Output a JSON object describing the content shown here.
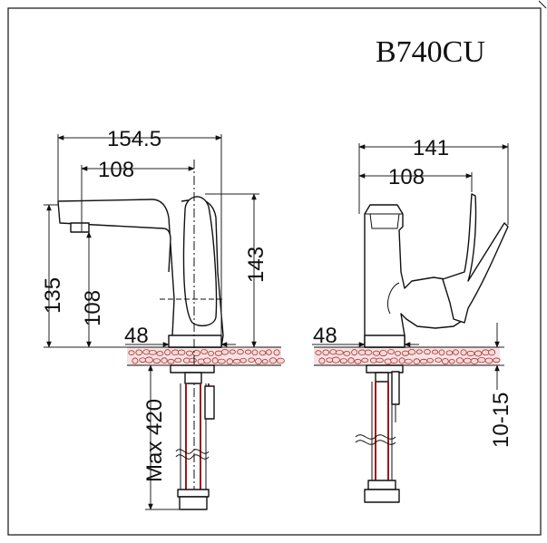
{
  "model": "B740CU",
  "front_view": {
    "total_length": "154.5",
    "spout_reach": "108",
    "height": "143",
    "spout_height": "135",
    "spout_clearance": "108",
    "base_diameter": "48",
    "hose_length": "Max 420"
  },
  "side_view": {
    "total_length": "141",
    "reach": "108",
    "base_diameter": "48",
    "countertop_thickness": "10-15"
  },
  "colors": {
    "line": "#111111",
    "stone_fill": "#f2dada",
    "stone_stroke": "#b03030",
    "hose": "#a01818"
  }
}
